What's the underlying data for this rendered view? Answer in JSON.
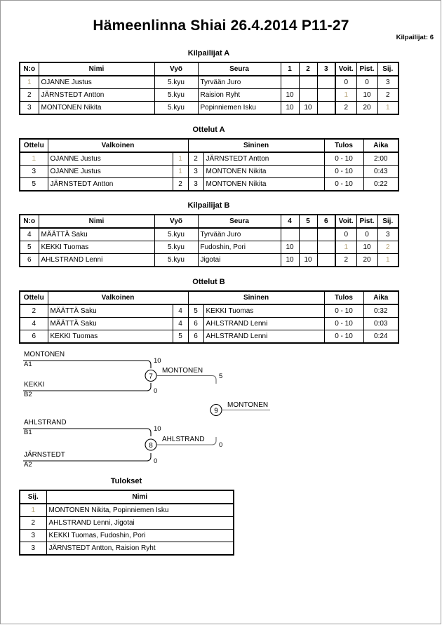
{
  "header": {
    "title": "Hämeenlinna Shiai  26.4.2014     P11-27",
    "competitors_label": "Kilpailijat: 6"
  },
  "sections": {
    "pool_a_caption": "Kilpailijat A",
    "matches_a_caption": "Ottelut A",
    "pool_b_caption": "Kilpailijat B",
    "matches_b_caption": "Ottelut B",
    "results_caption": "Tulokset"
  },
  "pool_table_headers": {
    "no": "N:o",
    "name": "Nimi",
    "belt": "Vyö",
    "club": "Seura",
    "wins": "Voit.",
    "points": "Pist.",
    "rank": "Sij."
  },
  "pool_a": {
    "opponent_cols": [
      "1",
      "2",
      "3"
    ],
    "rows": [
      {
        "no": "1",
        "name": "OJANNE Justus",
        "belt": "5.kyu",
        "club": "Tyrvään Juro",
        "scores": [
          "",
          "",
          ""
        ],
        "wins": "0",
        "points": "0",
        "rank": "3"
      },
      {
        "no": "2",
        "name": "JÄRNSTEDT Antton",
        "belt": "5.kyu",
        "club": "Raision Ryht",
        "scores": [
          "10",
          "",
          ""
        ],
        "wins": "1",
        "points": "10",
        "rank": "2"
      },
      {
        "no": "3",
        "name": "MONTONEN Nikita",
        "belt": "5.kyu",
        "club": "Popinniemen Isku",
        "scores": [
          "10",
          "10",
          ""
        ],
        "wins": "2",
        "points": "20",
        "rank": "1"
      }
    ]
  },
  "pool_b": {
    "opponent_cols": [
      "4",
      "5",
      "6"
    ],
    "rows": [
      {
        "no": "4",
        "name": "MÄÄTTÄ Saku",
        "belt": "5.kyu",
        "club": "Tyrvään Juro",
        "scores": [
          "",
          "",
          ""
        ],
        "wins": "0",
        "points": "0",
        "rank": "3"
      },
      {
        "no": "5",
        "name": "KEKKI Tuomas",
        "belt": "5.kyu",
        "club": "Fudoshin, Pori",
        "scores": [
          "10",
          "",
          ""
        ],
        "wins": "1",
        "points": "10",
        "rank": "2"
      },
      {
        "no": "6",
        "name": "AHLSTRAND Lenni",
        "belt": "5.kyu",
        "club": "Jigotai",
        "scores": [
          "10",
          "10",
          ""
        ],
        "wins": "2",
        "points": "20",
        "rank": "1"
      }
    ]
  },
  "match_table_headers": {
    "match": "Ottelu",
    "white": "Valkoinen",
    "blue": "Sininen",
    "result": "Tulos",
    "time": "Aika"
  },
  "matches_a": [
    {
      "match": "1",
      "white_no": "1",
      "white": "OJANNE Justus",
      "blue_no": "2",
      "blue": "JÄRNSTEDT Antton",
      "result": "0 - 10",
      "time": "2:00"
    },
    {
      "match": "3",
      "white_no": "1",
      "white": "OJANNE Justus",
      "blue_no": "3",
      "blue": "MONTONEN Nikita",
      "result": "0 - 10",
      "time": "0:43"
    },
    {
      "match": "5",
      "white_no": "2",
      "white": "JÄRNSTEDT Antton",
      "blue_no": "3",
      "blue": "MONTONEN Nikita",
      "result": "0 - 10",
      "time": "0:22"
    }
  ],
  "matches_b": [
    {
      "match": "2",
      "white_no": "4",
      "white": "MÄÄTTÄ Saku",
      "blue_no": "5",
      "blue": "KEKKI Tuomas",
      "result": "0 - 10",
      "time": "0:32"
    },
    {
      "match": "4",
      "white_no": "4",
      "white": "MÄÄTTÄ Saku",
      "blue_no": "6",
      "blue": "AHLSTRAND Lenni",
      "result": "0 - 10",
      "time": "0:03"
    },
    {
      "match": "6",
      "white_no": "5",
      "white": "KEKKI Tuomas",
      "blue_no": "6",
      "blue": "AHLSTRAND Lenni",
      "result": "0 - 10",
      "time": "0:24"
    }
  ],
  "bracket": {
    "entries": [
      {
        "name": "MONTONEN",
        "seed": "A1",
        "score": "10"
      },
      {
        "name": "KEKKI",
        "seed": "B2",
        "score": "0"
      },
      {
        "name": "AHLSTRAND",
        "seed": "B1",
        "score": "10"
      },
      {
        "name": "JÄRNSTEDT",
        "seed": "A2",
        "score": "0"
      }
    ],
    "semifinals": [
      {
        "number": "7",
        "winner": "MONTONEN",
        "final_score": "5"
      },
      {
        "number": "8",
        "winner": "AHLSTRAND",
        "final_score": "0"
      }
    ],
    "final": {
      "number": "9",
      "winner": "MONTONEN"
    }
  },
  "results_headers": {
    "rank": "Sij.",
    "name": "Nimi"
  },
  "results": [
    {
      "rank": "1",
      "name": "MONTONEN Nikita, Popinniemen Isku"
    },
    {
      "rank": "2",
      "name": "AHLSTRAND Lenni, Jigotai"
    },
    {
      "rank": "3",
      "name": "KEKKI Tuomas, Fudoshin, Pori"
    },
    {
      "rank": "3",
      "name": "JÄRNSTEDT Antton, Raision Ryht"
    }
  ]
}
